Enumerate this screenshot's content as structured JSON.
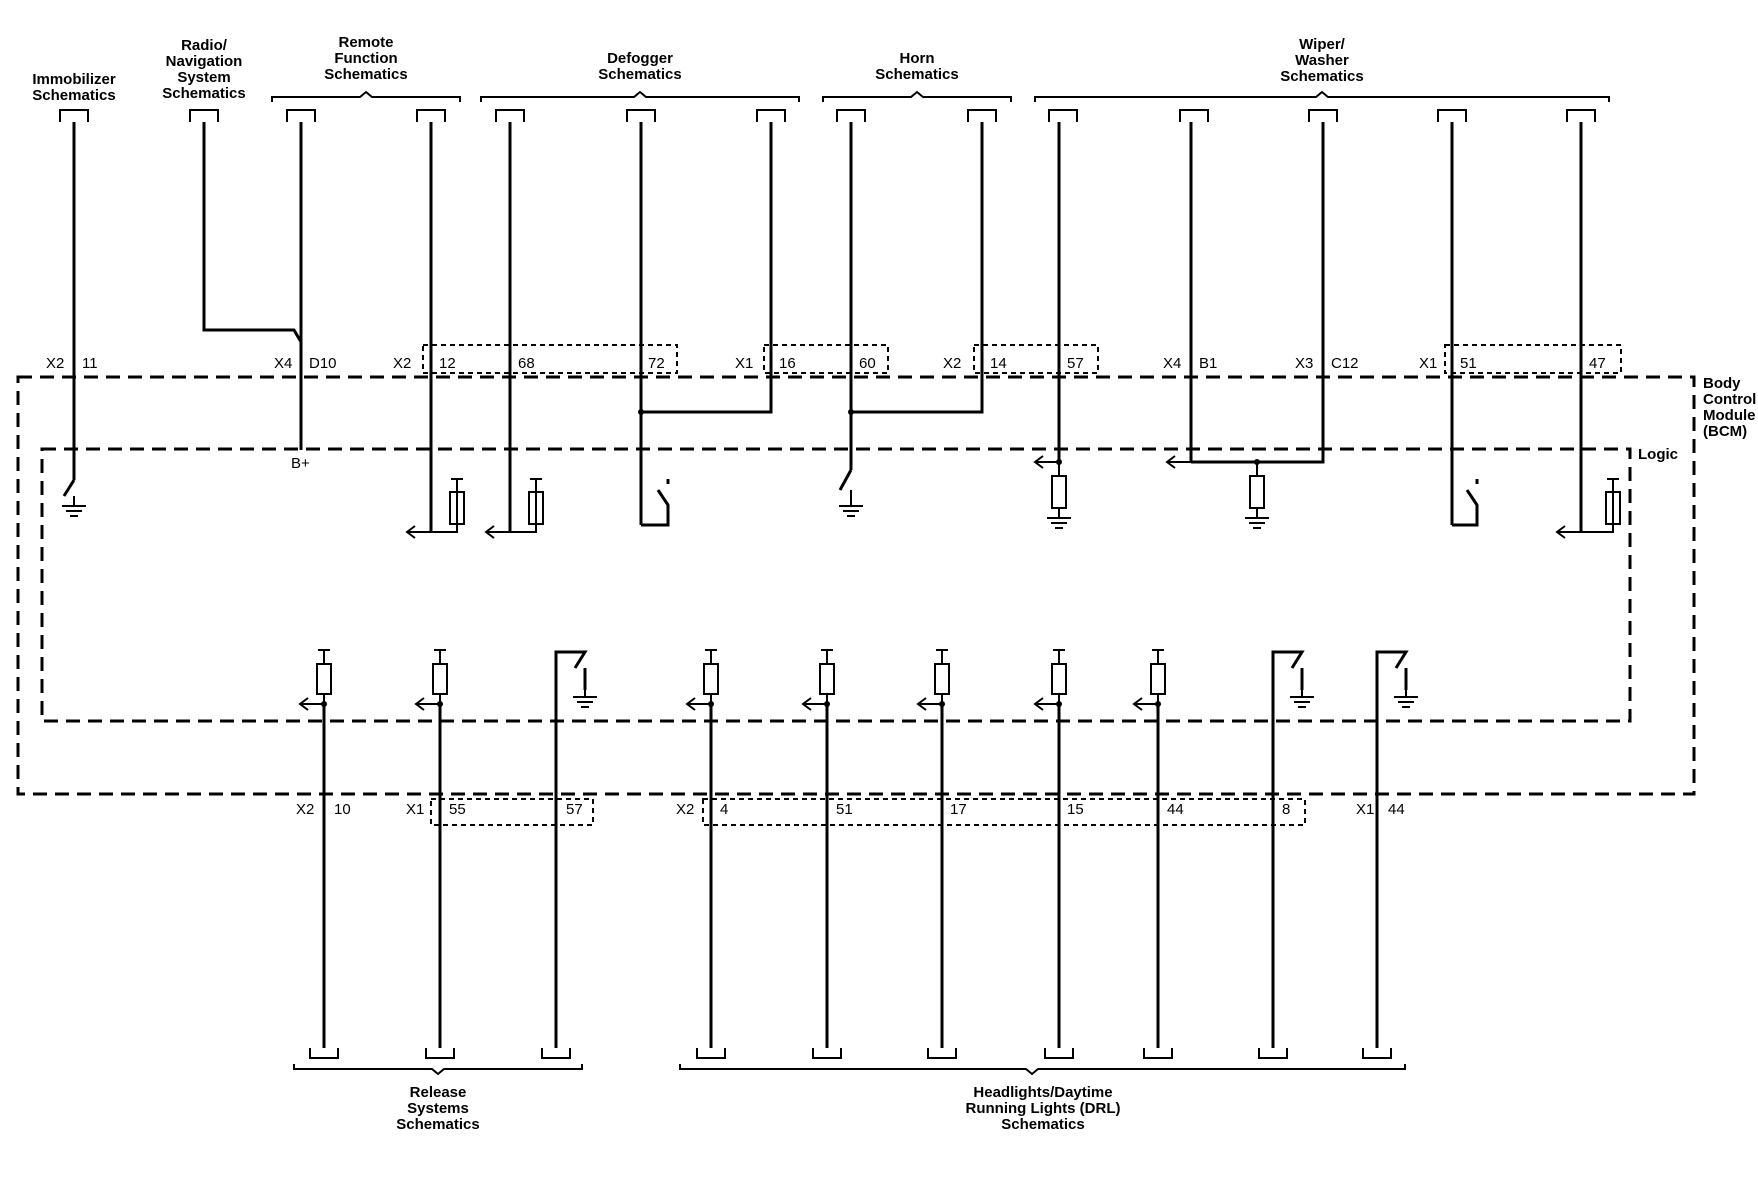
{
  "module": {
    "name": "Body\nControl\nModule\n(BCM)",
    "logic_label": "Logic",
    "power_label": "B+"
  },
  "top_groups": [
    {
      "label": "Immobilizer\nSchematics"
    },
    {
      "label": "Radio/\nNavigation\nSystem\nSchematics"
    },
    {
      "label": "Remote\nFunction\nSchematics"
    },
    {
      "label": "Defogger\nSchematics"
    },
    {
      "label": "Horn\nSchematics"
    },
    {
      "label": "Wiper/\nWasher\nSchematics"
    }
  ],
  "bottom_groups": [
    {
      "label": "Release\nSystems\nSchematics"
    },
    {
      "label": "Headlights/Daytime\nRunning Lights (DRL)\nSchematics"
    }
  ],
  "top_pins": [
    {
      "connector": "X2",
      "pin": "11"
    },
    {
      "connector": "X4",
      "pin": "D10"
    },
    {
      "connector": "X2",
      "pin": "12"
    },
    {
      "connector": "",
      "pin": "68"
    },
    {
      "connector": "",
      "pin": "72"
    },
    {
      "connector": "X1",
      "pin": "16"
    },
    {
      "connector": "",
      "pin": "60"
    },
    {
      "connector": "X2",
      "pin": "14"
    },
    {
      "connector": "",
      "pin": "57"
    },
    {
      "connector": "X4",
      "pin": "B1"
    },
    {
      "connector": "X3",
      "pin": "C12"
    },
    {
      "connector": "X1",
      "pin": "51"
    },
    {
      "connector": "",
      "pin": "47"
    }
  ],
  "bottom_pins": [
    {
      "connector": "X2",
      "pin": "10"
    },
    {
      "connector": "X1",
      "pin": "55"
    },
    {
      "connector": "",
      "pin": "57"
    },
    {
      "connector": "X2",
      "pin": "4"
    },
    {
      "connector": "",
      "pin": "51"
    },
    {
      "connector": "",
      "pin": "17"
    },
    {
      "connector": "",
      "pin": "15"
    },
    {
      "connector": "",
      "pin": "44"
    },
    {
      "connector": "",
      "pin": "8"
    },
    {
      "connector": "X1",
      "pin": "44"
    }
  ]
}
